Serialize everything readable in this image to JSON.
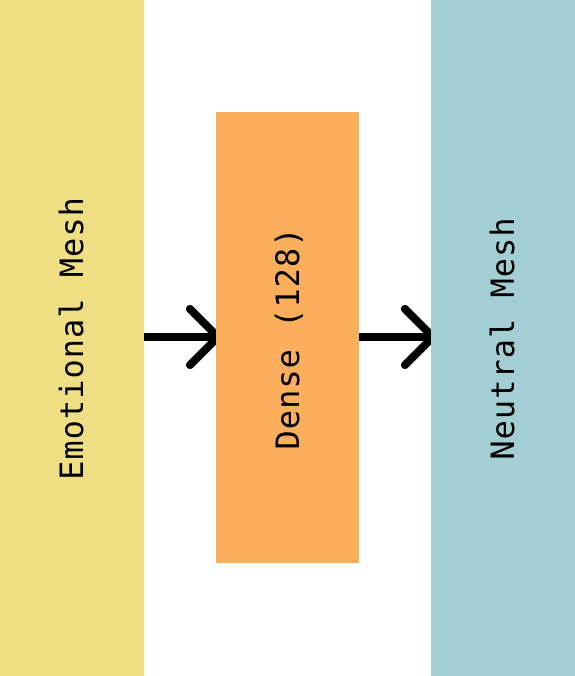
{
  "diagram": {
    "blocks": [
      {
        "id": "emotional",
        "label": "Emotional Mesh",
        "color": "#F0DE85"
      },
      {
        "id": "dense",
        "label": "Dense (128)",
        "color": "#FBAE5B"
      },
      {
        "id": "neutral",
        "label": "Neutral Mesh",
        "color": "#A2CED4"
      }
    ],
    "arrow_color": "#000000",
    "arrows": [
      {
        "from": "emotional",
        "to": "dense"
      },
      {
        "from": "dense",
        "to": "neutral"
      }
    ]
  }
}
